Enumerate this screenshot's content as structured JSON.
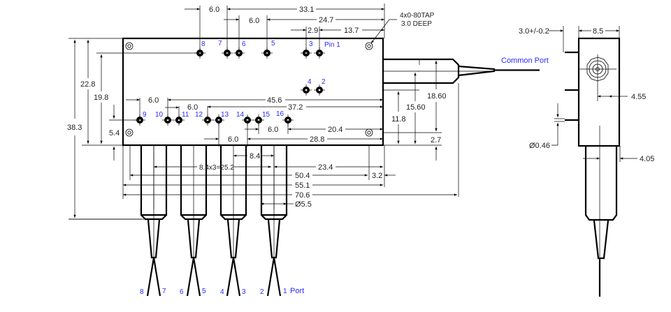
{
  "diagram": {
    "type": "mechanical-outline-drawing",
    "units": "mm",
    "labels": {
      "common_port": "Common Port",
      "port_suffix": "Port",
      "tap_note_line1": "4x0-80TAP",
      "tap_note_line2": "3.0 DEEP"
    },
    "top_pins": [
      {
        "id": "8"
      },
      {
        "id": "7"
      },
      {
        "id": "6"
      },
      {
        "id": "5"
      },
      {
        "id": "3"
      },
      {
        "id": "Pin 1"
      }
    ],
    "middle_pins": [
      {
        "id": "4"
      },
      {
        "id": "2"
      }
    ],
    "bottom_pins": [
      {
        "id": "9"
      },
      {
        "id": "10"
      },
      {
        "id": "11"
      },
      {
        "id": "12"
      },
      {
        "id": "13"
      },
      {
        "id": "14"
      },
      {
        "id": "15"
      },
      {
        "id": "16"
      }
    ],
    "fiber_port_labels": [
      "8",
      "7",
      "6",
      "5",
      "4",
      "3",
      "2",
      "1"
    ],
    "dimensions": {
      "top": {
        "pitch_8_7": "6.0",
        "span_7_to_ref": "33.1",
        "pitch_6_5": "6.0",
        "span_5_to_ref": "24.7",
        "pitch_3_1": "2.9",
        "span_1_to_ref": "13.7"
      },
      "left": {
        "total_height": "38.3",
        "body_height": "22.8",
        "top_pin_row_height": "19.8",
        "bottom_pin_row_height": "5.4"
      },
      "middle": {
        "pitch_9_10": "6.0",
        "span_10_to_ref": "45.6",
        "pitch_11_12": "6.0",
        "span_12_to_ref": "37.2",
        "pitch_13_14": "6.0",
        "span_14_to_ref": "28.8",
        "pitch_15_16": "6.0",
        "span_16_to_ref": "20.4"
      },
      "right": {
        "pins_2_4_height": "11.8",
        "common_port_center": "15.60",
        "common_port_top": "18.60",
        "mount_hole_offset": "2.7"
      },
      "bottom": {
        "fiber_pitch": "8.4",
        "fiber_span": "8.4x3=25.2",
        "first_fiber_to_ref": "23.4",
        "span_50": "50.4",
        "end_offset": "3.2",
        "body_length": "55.1",
        "total_length": "70.6",
        "boot_diameter": "Ø5.5"
      },
      "side_view": {
        "pin_length": "3.0+/-0.2",
        "body_width": "8.5",
        "port_offset": "4.55",
        "pin_diameter": "Ø0.46",
        "boot_offset": "4.05"
      }
    }
  }
}
